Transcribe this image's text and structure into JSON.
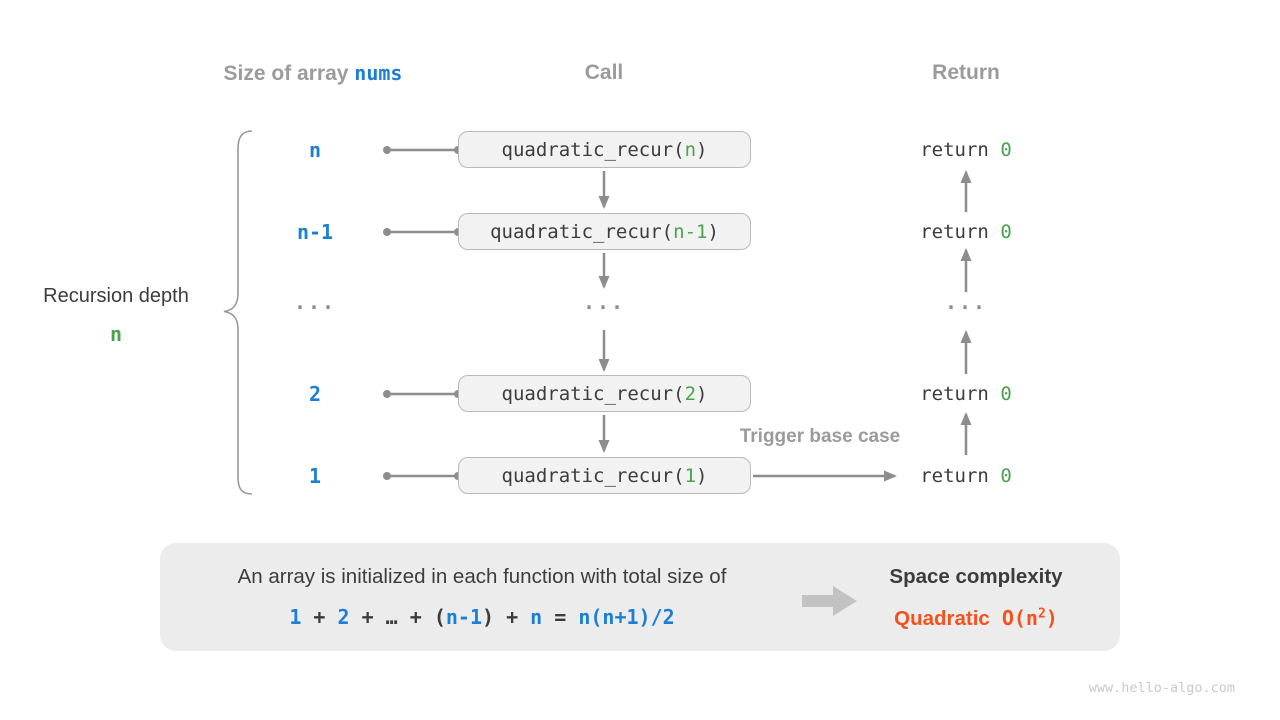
{
  "colors": {
    "blue": "#1c7fd6",
    "green": "#4aa14f",
    "orange": "#f4511e",
    "dark": "#3c3c3c",
    "gray": "#9b9b9b",
    "arrow": "#8d8d8d",
    "boxfill": "#f2f2f2",
    "boxborder": "#b9b9b9",
    "panel": "#ececec",
    "watermark": "#c9c9c9"
  },
  "headers": {
    "size_prefix": "Size of array ",
    "size_code": "nums",
    "call": "Call",
    "return": "Return"
  },
  "left_label": {
    "line1": "Recursion depth",
    "line2": "n"
  },
  "rows": [
    {
      "size": "n",
      "call": {
        "fn": "quadratic_recur(",
        "arg": "n",
        "close": ")"
      },
      "ret": {
        "keyword": "return ",
        "value": "0"
      }
    },
    {
      "size": "n-1",
      "call": {
        "fn": "quadratic_recur(",
        "arg": "n-1",
        "close": ")"
      },
      "ret": {
        "keyword": "return ",
        "value": "0"
      }
    },
    {
      "size": "...",
      "call": "...",
      "ret": "..."
    },
    {
      "size": "2",
      "call": {
        "fn": "quadratic_recur(",
        "arg": "2",
        "close": ")"
      },
      "ret": {
        "keyword": "return ",
        "value": "0"
      }
    },
    {
      "size": "1",
      "call": {
        "fn": "quadratic_recur(",
        "arg": "1",
        "close": ")"
      },
      "ret": {
        "keyword": "return ",
        "value": "0"
      }
    }
  ],
  "annotations": {
    "trigger": "Trigger base case"
  },
  "icons": {
    "down-arrow": "call stack descent arrow",
    "up-arrow": "return propagation arrow",
    "right-arrow": "trigger base case arrow",
    "block-right-arrow": "implies arrow",
    "curly-brace": "recursion depth brace",
    "connector": "dot-line connector"
  },
  "summary": {
    "line1": "An array is initialized in each function with total size of",
    "formula": [
      {
        "t": "1",
        "c": "blue"
      },
      {
        "t": " + ",
        "c": "dark"
      },
      {
        "t": "2",
        "c": "blue"
      },
      {
        "t": " + ",
        "c": "dark"
      },
      {
        "t": "…",
        "c": "dark"
      },
      {
        "t": " + ",
        "c": "dark"
      },
      {
        "t": "(",
        "c": "dark"
      },
      {
        "t": "n-1",
        "c": "blue"
      },
      {
        "t": ")",
        "c": "dark"
      },
      {
        "t": " + ",
        "c": "dark"
      },
      {
        "t": "n",
        "c": "blue"
      },
      {
        "t": " = ",
        "c": "dark"
      },
      {
        "t": "n(n+1)/2",
        "c": "blue"
      }
    ],
    "space_title": "Space complexity",
    "complexity_word": "Quadratic",
    "complexity_o_prefix": "O(n",
    "complexity_sup": "2",
    "complexity_close": ")"
  },
  "page": {
    "watermark": "www.hello-algo.com"
  }
}
